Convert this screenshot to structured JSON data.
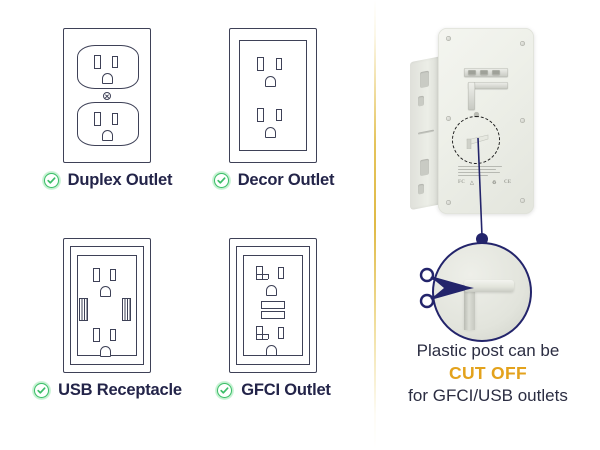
{
  "theme": {
    "background": "#ffffff",
    "line_color": "#3e4157",
    "label_color": "#232449",
    "check_green": "#3bbd68",
    "divider_gold": "#dfb93c",
    "accent_gold": "#e3a21c",
    "navy": "#23246b"
  },
  "left_panel": {
    "name": "outlet-compatibility-grid",
    "items": [
      {
        "id": "duplex",
        "label": "Duplex Outlet",
        "icon": "check-circle-icon",
        "status": "compatible",
        "diagram": "duplex-outlet-diagram"
      },
      {
        "id": "decor",
        "label": "Decor Outlet",
        "icon": "check-circle-icon",
        "status": "compatible",
        "diagram": "decor-outlet-diagram"
      },
      {
        "id": "usb",
        "label": "USB Receptacle",
        "icon": "check-circle-icon",
        "status": "compatible",
        "diagram": "usb-receptacle-diagram"
      },
      {
        "id": "gfci",
        "label": "GFCI Outlet",
        "icon": "check-circle-icon",
        "status": "compatible",
        "diagram": "gfci-outlet-diagram"
      }
    ]
  },
  "right_panel": {
    "product_image_alt": "surge-protector-back-view",
    "callout": {
      "dashed_highlight": "plastic-post-location",
      "magnifier_icon": "magnifier-circle",
      "scissors_icon": "scissors-icon"
    },
    "caption": {
      "line1": "Plastic post can be",
      "accent": "CUT OFF",
      "line2": "for GFCI/USB outlets"
    }
  }
}
